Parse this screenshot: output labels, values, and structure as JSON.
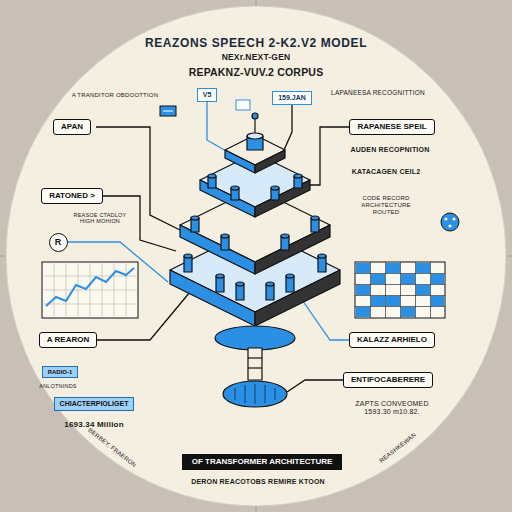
{
  "diagram": {
    "title": "REAZONS SPEECH 2-K2.V2 MODEL",
    "nodes": [
      {
        "text": [
          "V5"
        ]
      },
      {
        "text": [
          "159.JAN"
        ]
      },
      {
        "text": [
          "APAN"
        ]
      },
      {
        "text": [
          "RAPANESE SPEIL"
        ]
      },
      {
        "text": [
          "RATONED >"
        ]
      },
      {
        "text": [
          "R"
        ]
      },
      {
        "text": [
          "A REARON"
        ]
      },
      {
        "text": [
          "KALAZZ ARHIELO"
        ]
      },
      {
        "text": [
          "RADIO-1"
        ]
      },
      {
        "text": [
          "ENTIFOCABERERE"
        ]
      },
      {
        "text": [
          "CHIACTERPIOLIGET"
        ]
      },
      {
        "text": [
          "OF TRANSFORMER ARCHITECTURE"
        ]
      }
    ],
    "labels": [
      "NEXr.NEXT-GEN",
      "REPAKNZ-VUV.2 CORPUS",
      "A TRANDITOR OBDOOTTION",
      "LAPANEESA RECOGNITTION",
      "AUDEN RECOPNITION",
      "KATACAGEN CEIL2",
      "CODE RECORD ARCHITECTURE ROUTED",
      "REASOE CTADLOY HIGH MOHION",
      "ANLOTNINDS",
      "1693.34 Million",
      "ZAPTS CONVEOMED 1593.30 m10.82.",
      "BERBEY, FRAERON",
      "DERON REACOTOBS REMIRE KTOON",
      "REASHKEWAN"
    ]
  }
}
